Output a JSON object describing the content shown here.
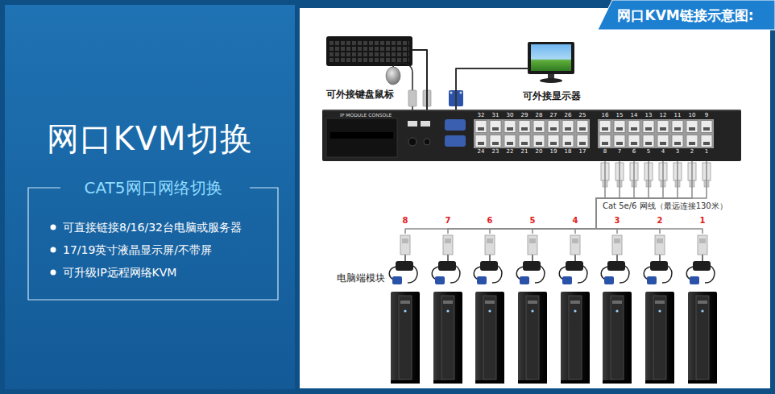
{
  "diagram": {
    "title": "网口KVM切换",
    "nodes": [
      {
        "text": [
          "CAT5网口网络切换",
          "可直接链接8/16/32台电脑或服务器",
          "17/19英寸液晶显示屏/不带屏",
          "可升级IP远程网络KVM"
        ]
      },
      {
        "text": [
          "网口KVM链接示意图:"
        ]
      },
      {
        "text": [
          "可外接键盘鼠标"
        ]
      },
      {
        "text": [
          "可外接显示器"
        ]
      },
      {
        "text": [
          "32",
          "31",
          "30",
          "29",
          "28",
          "27",
          "26",
          "25",
          "16",
          "15",
          "14",
          "13",
          "12",
          "11",
          "10",
          "9",
          "24",
          "23",
          "22",
          "21",
          "20",
          "19",
          "18",
          "17",
          "8",
          "7",
          "6",
          "5",
          "4",
          "3",
          "2",
          "1"
        ]
      },
      {
        "text": [
          "8"
        ]
      },
      {
        "text": [
          "7"
        ]
      },
      {
        "text": [
          "6"
        ]
      },
      {
        "text": [
          "5"
        ]
      },
      {
        "text": [
          "4"
        ]
      },
      {
        "text": [
          "3"
        ]
      },
      {
        "text": [
          "2"
        ]
      },
      {
        "text": [
          "1"
        ]
      }
    ],
    "edges": [
      {
        "from": 2,
        "to": 4,
        "arrow": "none"
      },
      {
        "from": 3,
        "to": 4,
        "arrow": "none"
      },
      {
        "from": 4,
        "to": 5,
        "arrow": "none"
      },
      {
        "from": 4,
        "to": 6,
        "arrow": "none"
      },
      {
        "from": 4,
        "to": 7,
        "arrow": "none"
      },
      {
        "from": 4,
        "to": 8,
        "arrow": "none"
      },
      {
        "from": 4,
        "to": 9,
        "arrow": "none"
      },
      {
        "from": 4,
        "to": 10,
        "arrow": "none"
      },
      {
        "from": 4,
        "to": 11,
        "arrow": "none"
      },
      {
        "from": 4,
        "to": 12,
        "arrow": "none"
      }
    ],
    "labels": [
      "IP MODULE CONSOLE",
      "Cat 5e/6 网线（最远连接130米）",
      "电脑端模块"
    ]
  }
}
